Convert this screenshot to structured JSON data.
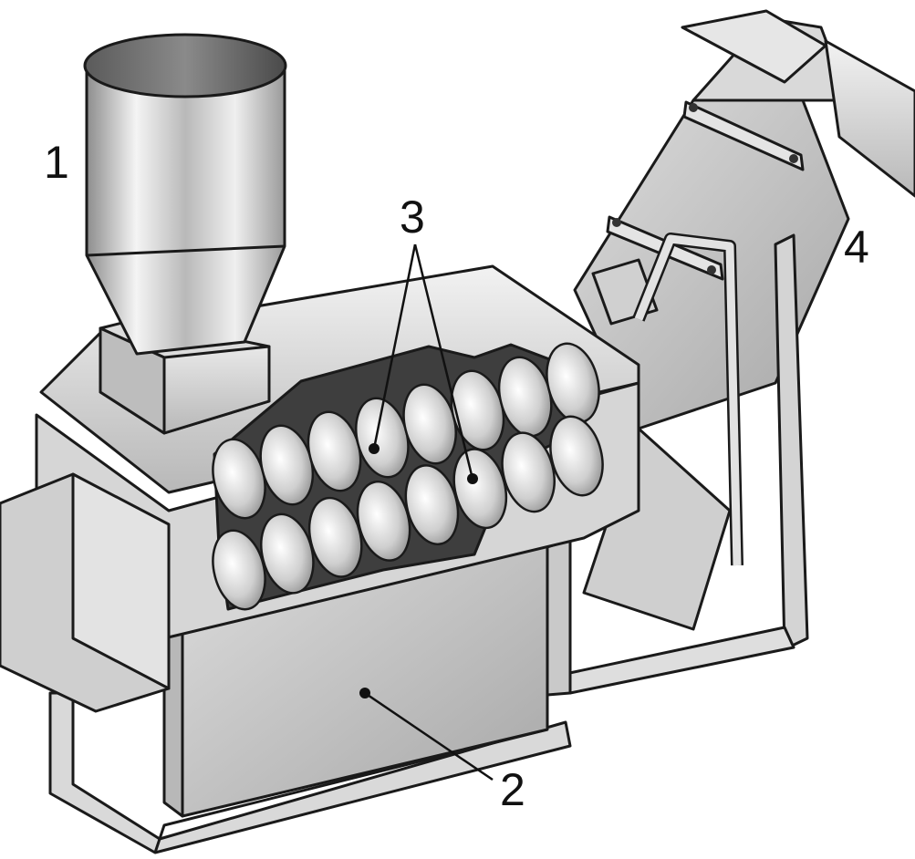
{
  "callouts": {
    "hopper": "1",
    "tank": "2",
    "augers": "3",
    "discharge_conveyor": "4"
  },
  "colors": {
    "outline": "#1a1a1a",
    "steel_light": "#e8e8e8",
    "steel_mid": "#c7c7c7",
    "steel_dark": "#8c8c8c",
    "cavity": "#3e3e3e"
  }
}
